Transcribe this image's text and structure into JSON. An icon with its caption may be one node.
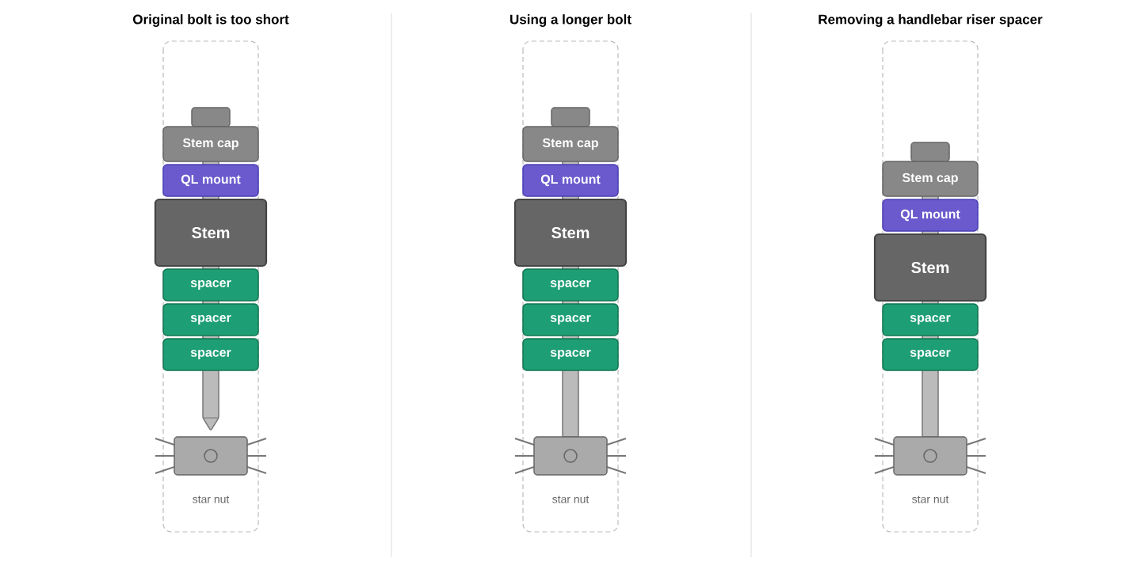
{
  "diagram": {
    "nodes": [
      {
        "text": [
          "Original bolt is too short"
        ]
      },
      {
        "text": [
          "Stem cap"
        ],
        "in": 0
      },
      {
        "text": [
          "QL mount"
        ],
        "in": 0
      },
      {
        "text": [
          "Stem"
        ],
        "in": 0
      },
      {
        "text": [
          "spacer"
        ],
        "in": 0
      },
      {
        "text": [
          "spacer"
        ],
        "in": 0
      },
      {
        "text": [
          "spacer"
        ],
        "in": 0
      },
      {
        "text": [],
        "shape": "box",
        "beside": [
          "star nut"
        ],
        "in": 0
      },
      {
        "text": [
          "Using a longer bolt"
        ]
      },
      {
        "text": [
          "Stem cap"
        ],
        "in": 8
      },
      {
        "text": [
          "QL mount"
        ],
        "in": 8
      },
      {
        "text": [
          "Stem"
        ],
        "in": 8
      },
      {
        "text": [
          "spacer"
        ],
        "in": 8
      },
      {
        "text": [
          "spacer"
        ],
        "in": 8
      },
      {
        "text": [
          "spacer"
        ],
        "in": 8
      },
      {
        "text": [],
        "shape": "box",
        "beside": [
          "star nut"
        ],
        "in": 8
      },
      {
        "text": [
          "Removing a handlebar riser spacer"
        ]
      },
      {
        "text": [
          "Stem cap"
        ],
        "in": 16
      },
      {
        "text": [
          "QL mount"
        ],
        "in": 16
      },
      {
        "text": [
          "Stem"
        ],
        "in": 16
      },
      {
        "text": [
          "spacer"
        ],
        "in": 16
      },
      {
        "text": [
          "spacer"
        ],
        "in": 16
      },
      {
        "text": [],
        "shape": "box",
        "beside": [
          "star nut"
        ],
        "in": 16
      }
    ]
  }
}
